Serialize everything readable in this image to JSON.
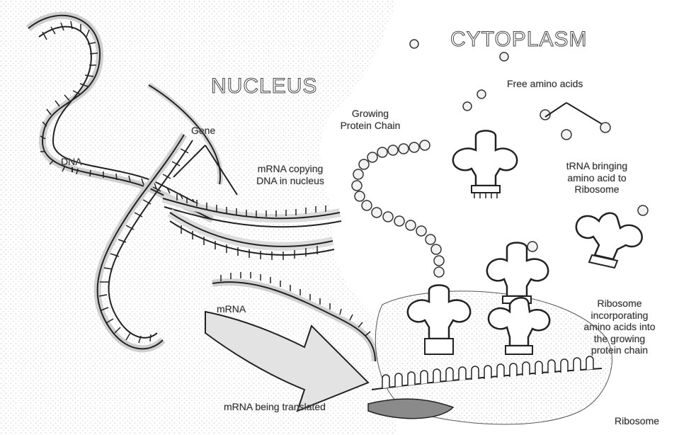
{
  "labels": {
    "cytoplasm": "CYTOPLASM",
    "nucleus": "NUCLEUS",
    "free_amino_acids": "Free amino acids",
    "growing_protein_chain": "Growing\nProtein Chain",
    "gene": "Gene",
    "dna": "DNA",
    "mrna_copying": "mRNA copying\nDNA in nucleus",
    "trna_bringing": "tRNA bringing\namino acid to\nRibosome",
    "mrna": "mRNA",
    "ribosome_incorporating": "Ribosome\nincorporating\namino acids into\nthe growing\nprotein chain",
    "mrna_being_translated": "mRNA being translated",
    "ribosome": "Ribosome"
  },
  "colors": {
    "stroke": "#222222",
    "speckle": "#bdbdbd",
    "helix_fill": "#f4f4f4",
    "arrow_fill": "#d9d9d9",
    "ribosome_dark": "#8a8a8a"
  }
}
